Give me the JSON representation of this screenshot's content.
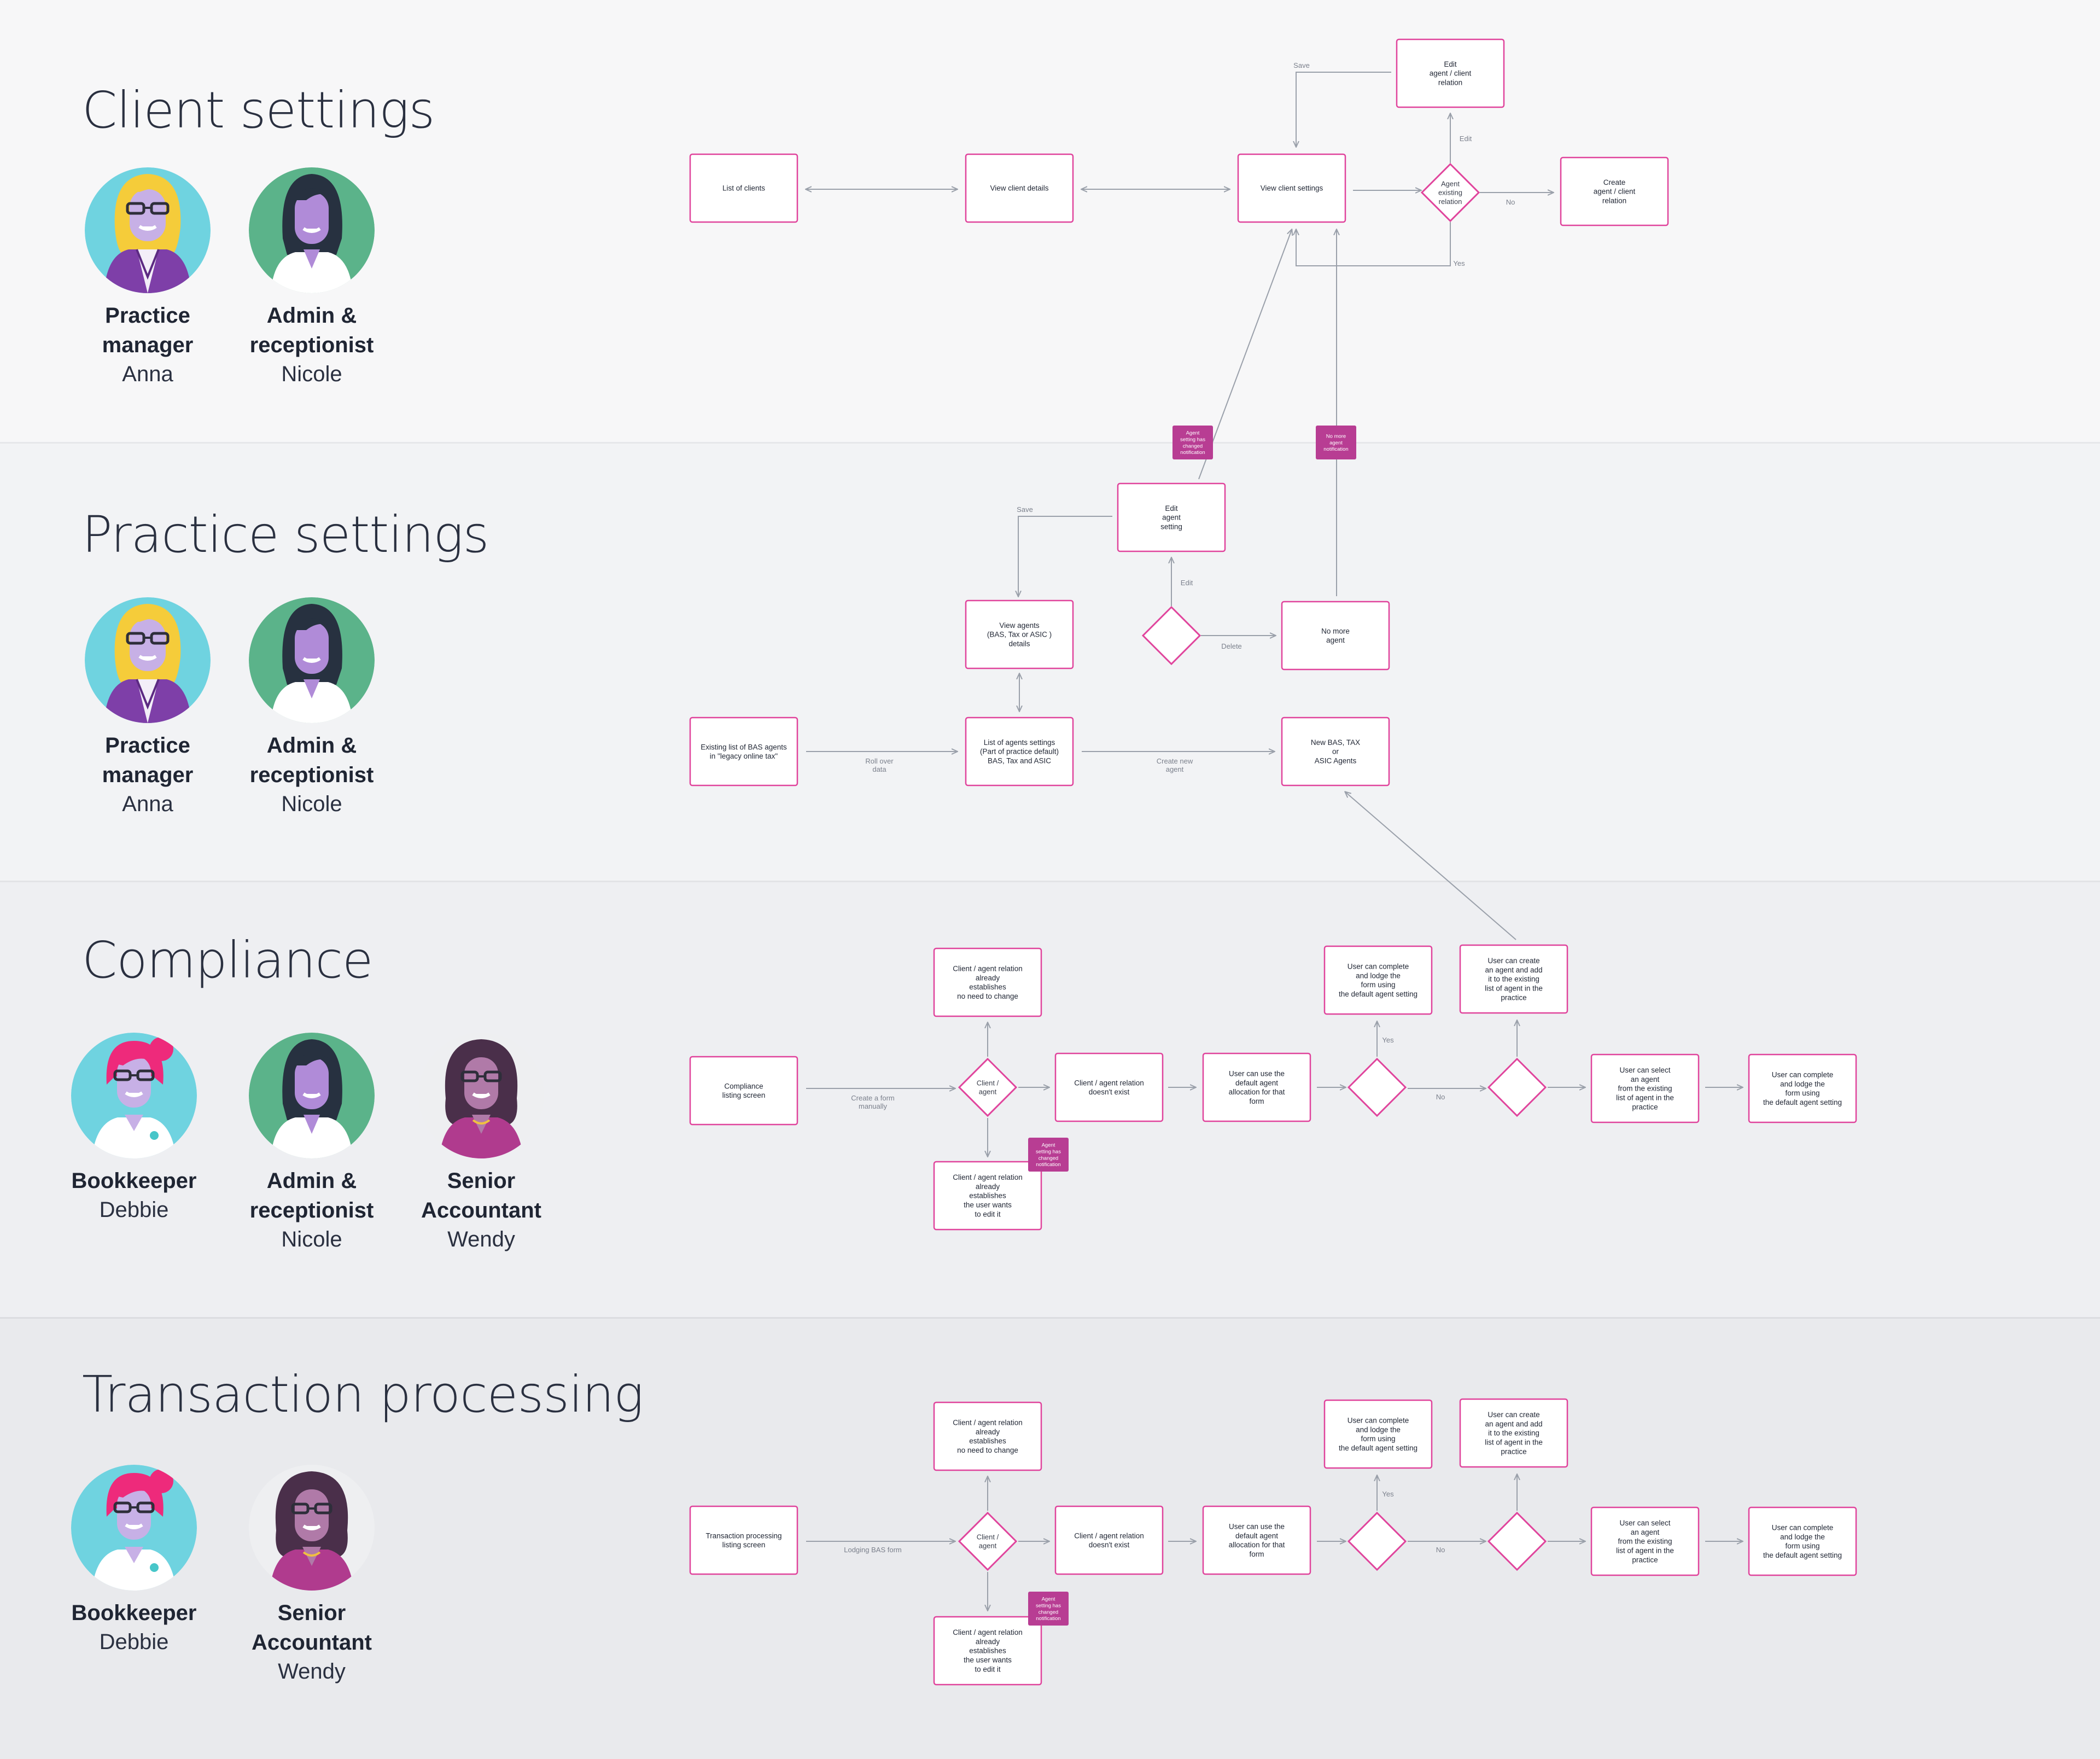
{
  "sections": [
    {
      "title": "Client settings"
    },
    {
      "title": "Practice settings"
    },
    {
      "title": "Compliance"
    },
    {
      "title": "Transaction processing"
    }
  ],
  "personas": {
    "pm_role": "Practice manager",
    "pm_name": "Anna",
    "admin_role": "Admin & receptionist",
    "admin_name": "Nicole",
    "book_role": "Bookkeeper",
    "book_name": "Debbie",
    "sa_role": "Senior Accountant",
    "sa_name": "Wendy"
  },
  "colors": {
    "accent": "#e0449c",
    "tag_bg": "#b83d93",
    "arrow": "#9aa0aa",
    "band1": "#f7f7f8",
    "band2": "#f2f3f5",
    "band3": "#eeeff2",
    "band4": "#e9eaed"
  },
  "diagram": {
    "nodes": [
      {
        "id": "list_clients",
        "text": "List of clients"
      },
      {
        "id": "view_client_details",
        "text": "View client details"
      },
      {
        "id": "view_client_settings",
        "text": "View client settings"
      },
      {
        "id": "edit_agent_client",
        "text": "Edit\nagent / client\nrelation"
      },
      {
        "id": "agent_existing",
        "text": "Agent\nexisting\nrelation",
        "shape": "diamond"
      },
      {
        "id": "create_agent_client",
        "text": "Create\nagent / client\nrelation"
      },
      {
        "id": "edit_agent_setting",
        "text": "Edit\nagent\nsetting"
      },
      {
        "id": "view_agents",
        "text": "View agents\n(BAS, Tax or ASIC )\ndetails"
      },
      {
        "id": "ps_decision",
        "text": "",
        "shape": "diamond"
      },
      {
        "id": "no_more_agent",
        "text": "No more\nagent"
      },
      {
        "id": "existing_bas",
        "text": "Existing list of BAS agents\nin \"legacy online tax\""
      },
      {
        "id": "list_agents_settings",
        "text": "List of agents settings\n(Part of practice default)\nBAS, Tax and ASIC"
      },
      {
        "id": "new_agents",
        "text": "New BAS, TAX\nor\nASIC Agents"
      },
      {
        "id": "c_listing",
        "text": "Compliance\nlisting screen"
      },
      {
        "id": "c_client_agent",
        "text": "Client /\nagent",
        "shape": "diamond"
      },
      {
        "id": "c_no_change",
        "text": "Client / agent relation\nalready\nestablishes\nno need to change"
      },
      {
        "id": "c_edit",
        "text": "Client / agent relation\nalready\nestablishes\nthe user wants\nto edit it"
      },
      {
        "id": "c_not_exist",
        "text": "Client / agent relation\ndoesn't exist"
      },
      {
        "id": "c_default",
        "text": "User can use the\ndefault agent\nallocation for that\nform"
      },
      {
        "id": "c_d1",
        "text": "",
        "shape": "diamond"
      },
      {
        "id": "c_complete_default",
        "text": "User can complete\nand lodge the\nform using\nthe default agent setting"
      },
      {
        "id": "c_d2",
        "text": "",
        "shape": "diamond"
      },
      {
        "id": "c_create",
        "text": "User can create\nan agent and add\nit to the existing\nlist of agent in the\npractice"
      },
      {
        "id": "c_select",
        "text": "User can select\nan agent\nfrom the existing\nlist of agent in the\npractice"
      },
      {
        "id": "c_final",
        "text": "User can complete\nand lodge the\nform using\nthe default agent setting"
      },
      {
        "id": "t_listing",
        "text": "Transaction processing\nlisting screen"
      },
      {
        "id": "t_client_agent",
        "text": "Client /\nagent",
        "shape": "diamond"
      },
      {
        "id": "t_no_change",
        "text": "Client / agent relation\nalready\nestablishes\nno need to change"
      },
      {
        "id": "t_edit",
        "text": "Client / agent relation\nalready\nestablishes\nthe user wants\nto edit it"
      },
      {
        "id": "t_not_exist",
        "text": "Client / agent relation\ndoesn't exist"
      },
      {
        "id": "t_default",
        "text": "User can use the\ndefault agent\nallocation for that\nform"
      },
      {
        "id": "t_d1",
        "text": "",
        "shape": "diamond"
      },
      {
        "id": "t_complete_default",
        "text": "User can complete\nand lodge the\nform using\nthe default agent setting"
      },
      {
        "id": "t_d2",
        "text": "",
        "shape": "diamond"
      },
      {
        "id": "t_create",
        "text": "User can create\nan agent and add\nit to the existing\nlist of agent in the\npractice"
      },
      {
        "id": "t_select",
        "text": "User can select\nan agent\nfrom the existing\nlist of agent in the\npractice"
      },
      {
        "id": "t_final",
        "text": "User can complete\nand lodge the\nform using\nthe default agent setting"
      }
    ],
    "tags": [
      {
        "id": "tag1",
        "text": "Agent\nsetting has\nchanged\nnotification"
      },
      {
        "id": "tag2",
        "text": "No more\nagent\nnotification"
      },
      {
        "id": "tag3",
        "text": "Agent\nsetting has\nchanged\nnotification"
      },
      {
        "id": "tag4",
        "text": "Agent\nsetting has\nchanged\nnotification"
      }
    ],
    "edges": [
      {
        "from": "list_clients",
        "to": "view_client_details",
        "label": ""
      },
      {
        "from": "view_client_details",
        "to": "view_client_settings",
        "label": ""
      },
      {
        "from": "view_client_settings",
        "to": "agent_existing",
        "label": ""
      },
      {
        "from": "agent_existing",
        "to": "create_agent_client",
        "label": "No"
      },
      {
        "from": "agent_existing",
        "to": "edit_agent_client",
        "label": "Edit"
      },
      {
        "from": "edit_agent_client",
        "to": "view_client_settings",
        "label": "Save"
      },
      {
        "from": "agent_existing",
        "to": "view_client_settings",
        "label": "Yes"
      },
      {
        "from": "edit_agent_setting",
        "to": "view_client_settings",
        "label": ""
      },
      {
        "from": "no_more_agent",
        "to": "view_client_settings",
        "label": ""
      },
      {
        "from": "edit_agent_setting",
        "to": "view_agents",
        "label": "Save"
      },
      {
        "from": "ps_decision",
        "to": "edit_agent_setting",
        "label": "Edit"
      },
      {
        "from": "ps_decision",
        "to": "no_more_agent",
        "label": "Delete"
      },
      {
        "from": "view_agents",
        "to": "list_agents_settings",
        "label": ""
      },
      {
        "from": "existing_bas",
        "to": "list_agents_settings",
        "label": "Roll over\ndata"
      },
      {
        "from": "list_agents_settings",
        "to": "new_agents",
        "label": "Create new\nagent"
      },
      {
        "from": "c_create",
        "to": "new_agents",
        "label": ""
      },
      {
        "from": "c_listing",
        "to": "c_client_agent",
        "label": "Create a form\nmanually"
      },
      {
        "from": "c_d1",
        "to": "c_complete_default",
        "label": "Yes"
      },
      {
        "from": "c_d1",
        "to": "c_d2",
        "label": "No"
      },
      {
        "from": "t_listing",
        "to": "t_client_agent",
        "label": "Lodging BAS form"
      },
      {
        "from": "t_d1",
        "to": "t_complete_default",
        "label": "Yes"
      },
      {
        "from": "t_d1",
        "to": "t_d2",
        "label": "No"
      }
    ]
  }
}
